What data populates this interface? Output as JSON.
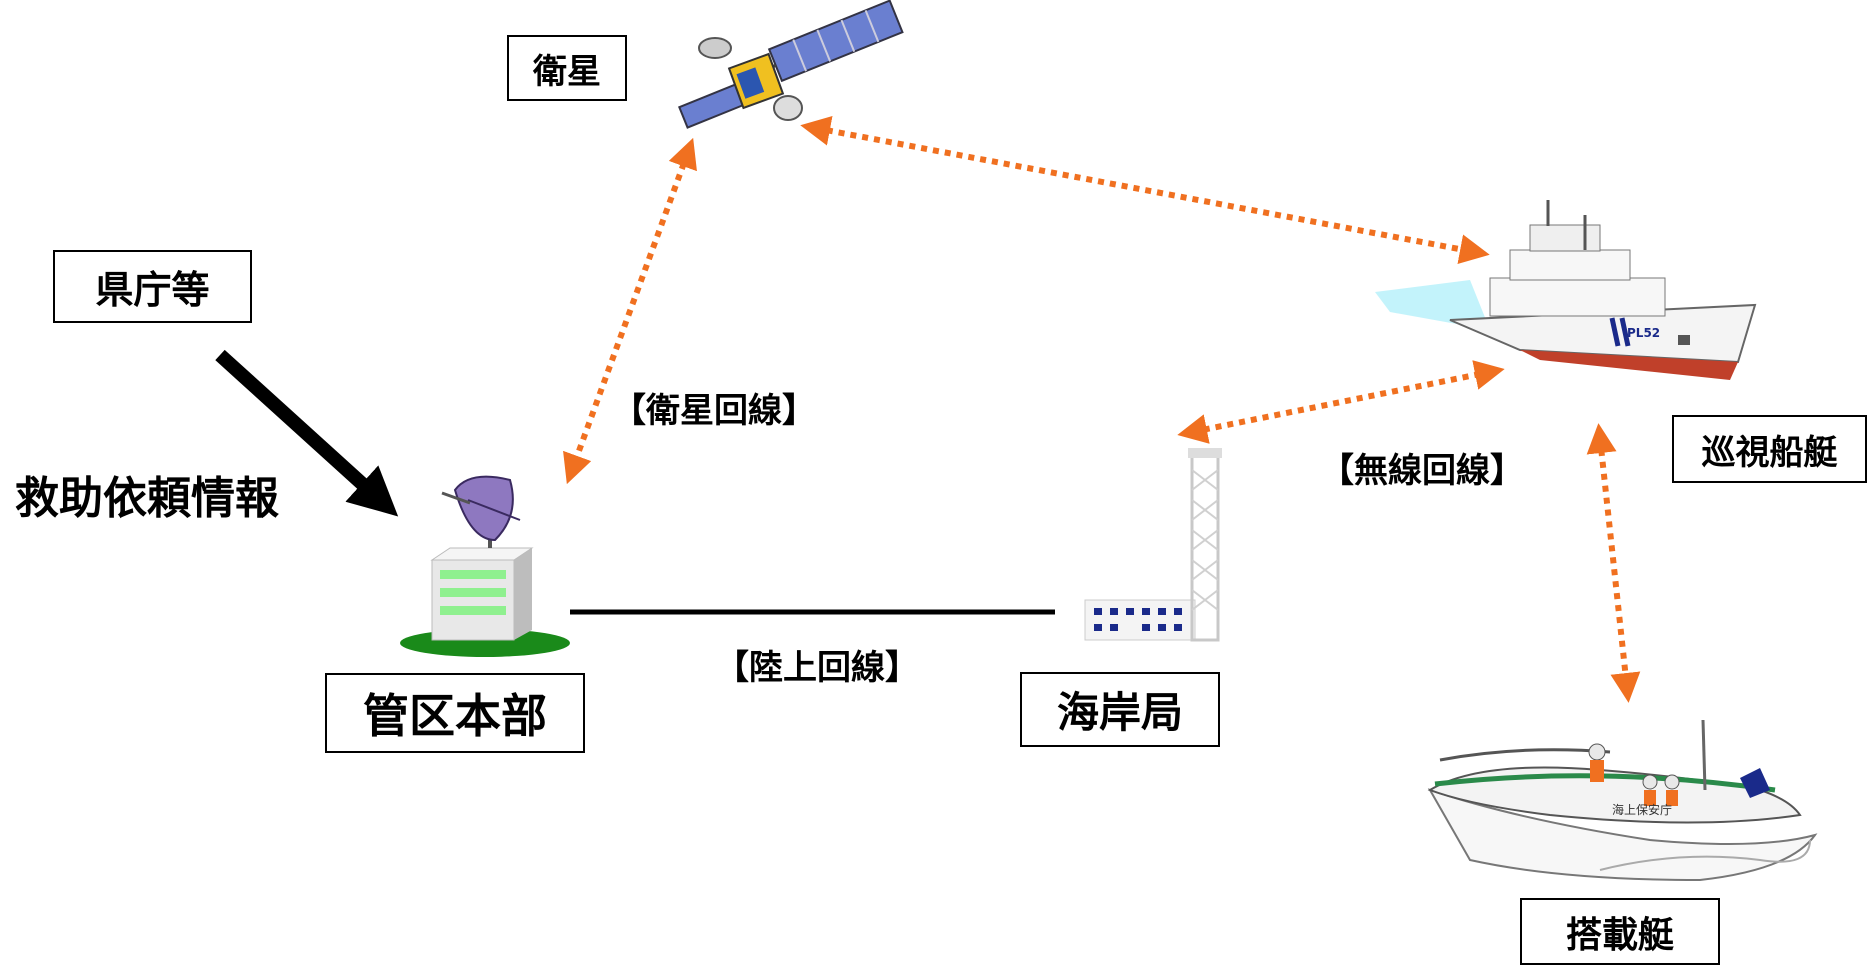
{
  "nodes": {
    "satellite": "衛星",
    "prefecture": "県庁等",
    "hq": "管区本部",
    "coast_station": "海岸局",
    "patrol_ship": "巡視船艇",
    "boat": "搭載艇"
  },
  "links": {
    "satellite_line": "【衛星回線】",
    "land_line": "【陸上回線】",
    "radio_line": "【無線回線】"
  },
  "request_label": "救助依頼情報",
  "boat_hull_text": "海上保安庁",
  "ship_hull_text": "PL52",
  "colors": {
    "dotted_link": "#f07020",
    "ground": "#1a8a1a",
    "building_stripe": "#8ff08f",
    "hull_red": "#c0402a",
    "satellite_panel": "#6a7fd0"
  }
}
